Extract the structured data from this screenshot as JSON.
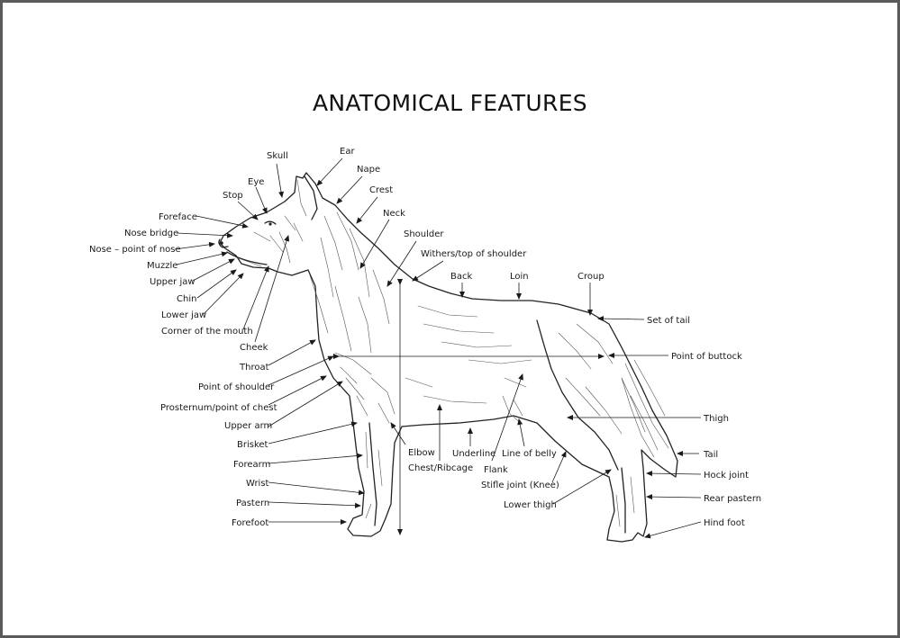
{
  "title": "ANATOMICAL FEATURES",
  "labels": {
    "skull": "Skull",
    "ear": "Ear",
    "nape": "Nape",
    "eye": "Eye",
    "crest": "Crest",
    "stop": "Stop",
    "neck": "Neck",
    "foreface": "Foreface",
    "nose_bridge": "Nose bridge",
    "shoulder": "Shoulder",
    "nose_point": "Nose – point of nose",
    "withers": "Withers/top of shoulder",
    "muzzle": "Muzzle",
    "back": "Back",
    "loin": "Loin",
    "croup": "Croup",
    "upper_jaw": "Upper jaw",
    "chin": "Chin",
    "lower_jaw": "Lower jaw",
    "set_of_tail": "Set of tail",
    "corner_mouth": "Corner of the mouth",
    "cheek": "Cheek",
    "point_of_buttock": "Point of buttock",
    "throat": "Throat",
    "point_of_shoulder": "Point of shoulder",
    "prosternum": "Prosternum/point of chest",
    "thigh": "Thigh",
    "upper_arm": "Upper arm",
    "brisket": "Brisket",
    "elbow": "Elbow",
    "underline": "Underline",
    "line_of_belly": "Line of belly",
    "tail": "Tail",
    "forearm": "Forearm",
    "chest_ribcage": "Chest/Ribcage",
    "flank": "Flank",
    "hock_joint": "Hock joint",
    "wrist": "Wrist",
    "stifle": "Stifle joint (Knee)",
    "rear_pastern": "Rear pastern",
    "pastern": "Pastern",
    "lower_thigh": "Lower thigh",
    "forefoot": "Forefoot",
    "hind_foot": "Hind foot"
  }
}
